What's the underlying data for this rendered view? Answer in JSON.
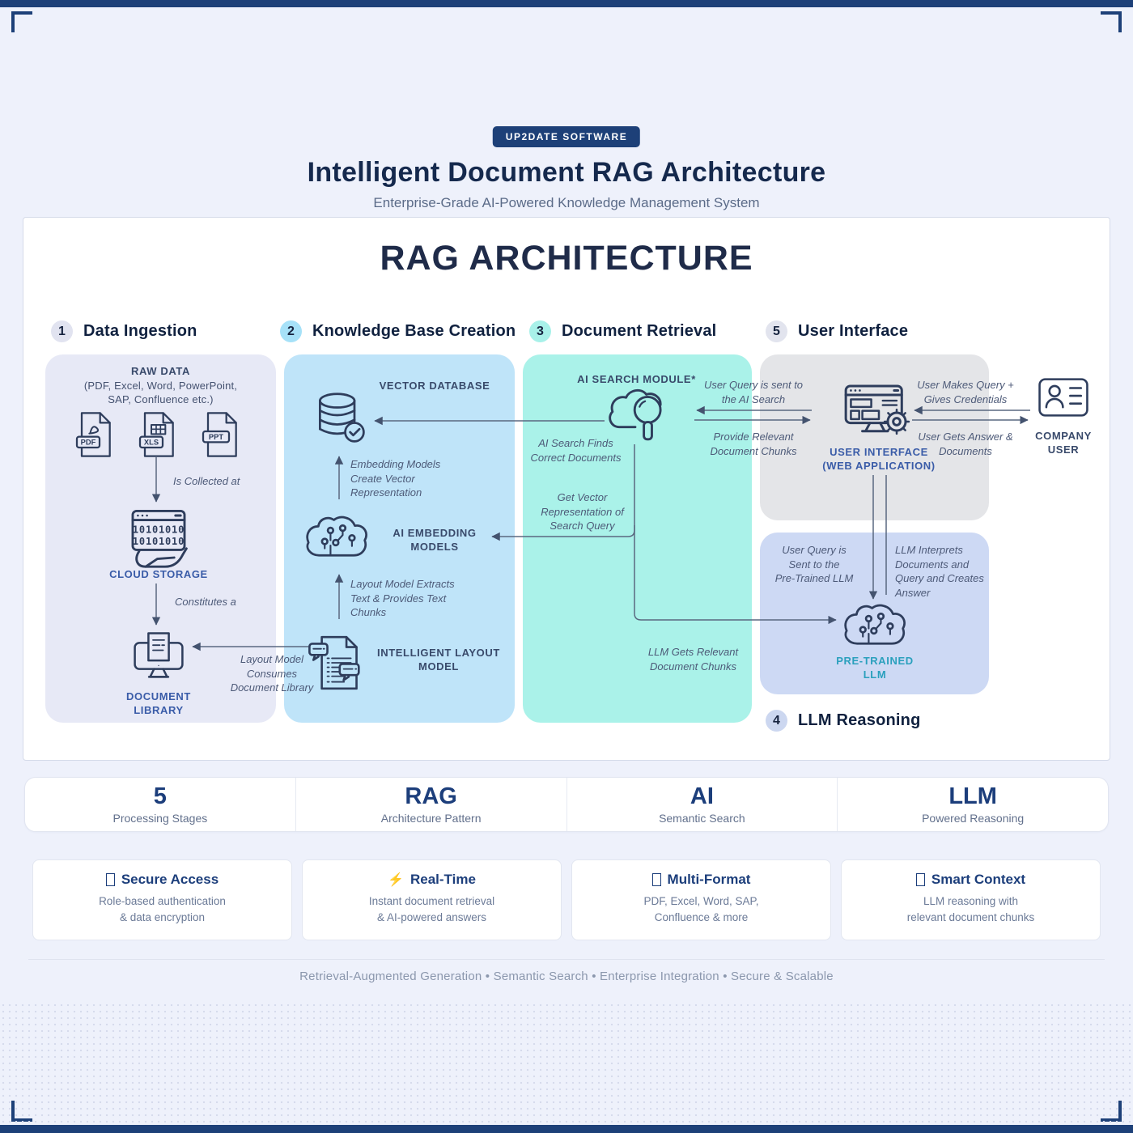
{
  "header": {
    "badge": "UP2DATE SOFTWARE",
    "title": "Intelligent Document RAG Architecture",
    "subtitle": "Enterprise-Grade AI-Powered Knowledge Management System"
  },
  "diagram": {
    "title": "RAG ARCHITECTURE",
    "stages": {
      "s1": {
        "num": "1",
        "label": "Data Ingestion"
      },
      "s2": {
        "num": "2",
        "label": "Knowledge Base Creation"
      },
      "s3": {
        "num": "3",
        "label": "Document Retrieval"
      },
      "s4": {
        "num": "4",
        "label": "LLM Reasoning"
      },
      "s5": {
        "num": "5",
        "label": "User Interface"
      }
    },
    "ingestion": {
      "raw_data_title": "RAW DATA",
      "raw_data_sub": "(PDF, Excel, Word, PowerPoint,\nSAP, Confluence etc.)",
      "file_types": [
        "PDF",
        "XLS",
        "PPT"
      ],
      "binary_line": "10101010",
      "collected_note": "Is Collected at",
      "cloud_storage_label": "CLOUD STORAGE",
      "constitutes_note": "Constitutes a",
      "document_library_label": "DOCUMENT\nLIBRARY",
      "layout_consumes_note": "Layout Model\nConsumes\nDocument Library"
    },
    "knowledge": {
      "vector_db_label": "VECTOR DATABASE",
      "embedding_note": "Embedding Models\nCreate Vector\nRepresentation",
      "embedding_label": "AI EMBEDDING\nMODELS",
      "layout_note": "Layout Model Extracts\nText & Provides Text\nChunks",
      "layout_label": "INTELLIGENT LAYOUT\nMODEL"
    },
    "retrieval": {
      "search_label": "AI SEARCH MODULE*",
      "finds_note": "AI Search Finds\nCorrect Documents",
      "vector_note": "Get Vector\nRepresentation of\nSearch Query",
      "chunks_note": "LLM Gets Relevant\nDocument Chunks"
    },
    "ui": {
      "query_sent_note": "User Query is sent to\nthe AI Search",
      "provide_chunks_note": "Provide Relevant\nDocument Chunks",
      "ui_label": "USER INTERFACE\n(WEB APPLICATION)",
      "user_makes_note": "User Makes Query +\nGives Credentials",
      "user_gets_note": "User Gets Answer &\nDocuments",
      "company_user_label": "COMPANY\nUSER"
    },
    "llm": {
      "query_to_llm_note": "User Query is\nSent to the\nPre-Trained LLM",
      "interprets_note": "LLM Interprets\nDocuments and\nQuery and Creates\nAnswer",
      "llm_label": "PRE-TRAINED\nLLM"
    }
  },
  "stats": [
    {
      "value": "5",
      "label": "Processing Stages"
    },
    {
      "value": "RAG",
      "label": "Architecture Pattern"
    },
    {
      "value": "AI",
      "label": "Semantic Search"
    },
    {
      "value": "LLM",
      "label": "Powered Reasoning"
    }
  ],
  "features": [
    {
      "icon": "lock-icon",
      "title": "Secure Access",
      "desc": "Role-based authentication\n& data encryption"
    },
    {
      "icon": "lightning-icon",
      "title": "Real-Time",
      "desc": "Instant document retrieval\n& AI-powered answers"
    },
    {
      "icon": "document-icon",
      "title": "Multi-Format",
      "desc": "PDF, Excel, Word, SAP,\nConfluence & more"
    },
    {
      "icon": "brain-icon",
      "title": "Smart Context",
      "desc": "LLM reasoning with\nrelevant document chunks"
    }
  ],
  "footer": {
    "tagline": "Retrieval-Augmented Generation   •   Semantic Search   •   Enterprise Integration   •   Secure & Scalable",
    "lightning_glyph": "⚡"
  },
  "colors": {
    "navy": "#1d4078",
    "ink": "#15294d",
    "panel1": "#e7e9f6",
    "panel2": "#bfe4f9",
    "panel3": "#aaf2e9",
    "panel4": "#cdd9f4",
    "panel5": "#e4e5e8",
    "icon_stroke": "#2e3d5c",
    "teal_label": "#2aa0bd",
    "accent": "#1c3e7b"
  }
}
